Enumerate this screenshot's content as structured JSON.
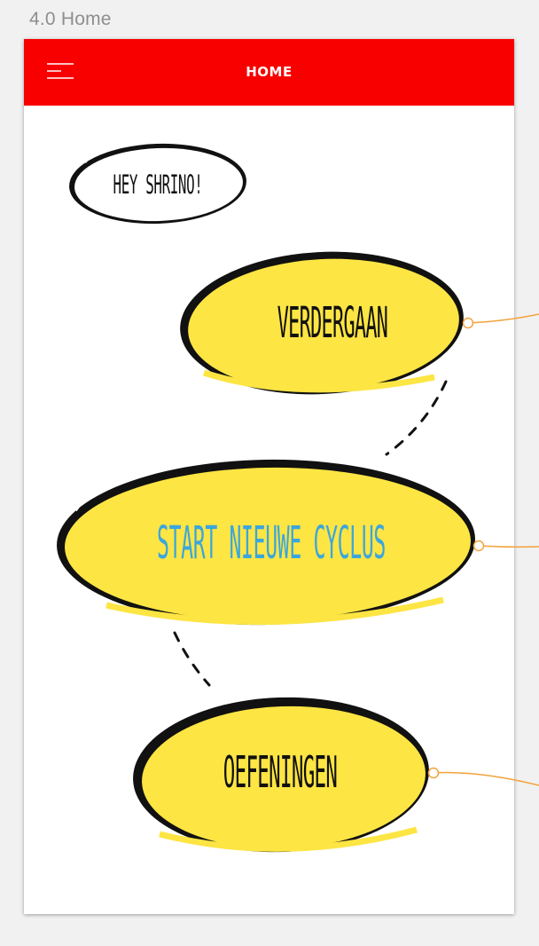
{
  "artboard": {
    "label": "4.0 Home"
  },
  "header": {
    "title": "HOME",
    "menu_icon": "hamburger-menu-icon",
    "background_color": "#f90000"
  },
  "greeting": {
    "text": "HEY SHRINO!"
  },
  "actions": {
    "continue_label": "VERDERGAAN",
    "start_cycle_label": "START NIEUWE CYCLUS",
    "exercises_label": "OEFENINGEN"
  },
  "colors": {
    "bubble_fill": "#fde543",
    "bubble_outline": "#111111",
    "start_text": "#3aa6dd",
    "prototype_link": "#f3a23c",
    "page_background": "#f1f1f1"
  }
}
